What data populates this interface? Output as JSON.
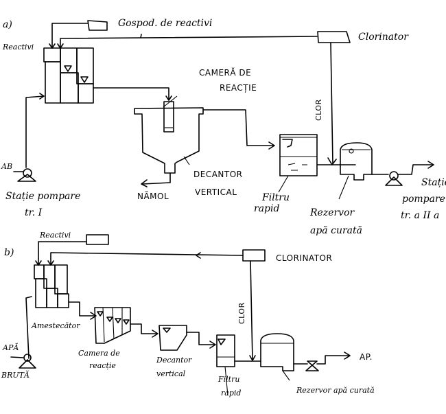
{
  "scheme_a": {
    "marker": "a)",
    "reagent_label": "Reactivi",
    "reagent_house": "Gospod. de reactivi",
    "chlorinator": "Clorinator",
    "reaction_chamber": [
      "CAMERĂ DE",
      "REACȚIE"
    ],
    "chlorine": "CLOR",
    "raw_water": "AB",
    "pump_station_1": [
      "Stație pompare",
      "tr. I"
    ],
    "sludge": "NĂMOL",
    "settler": [
      "DECANTOR",
      "VERTICAL"
    ],
    "rapid_filter": [
      "Filtru",
      "rapid"
    ],
    "clean_water_tank": [
      "Rezervor",
      "apă curată"
    ],
    "pump_station_2": [
      "Stație",
      "pompare",
      "tr. a II a"
    ]
  },
  "scheme_b": {
    "marker": "b)",
    "reagent_label": "Reactivi",
    "chlorinator": "CLORINATOR",
    "chlorine": "CLOR",
    "mixer": "Amestecător",
    "raw_water": [
      "APĂ",
      "BRUTĂ"
    ],
    "reaction_chamber": [
      "Camera de",
      "reacție"
    ],
    "settler": [
      "Decantor",
      "vertical"
    ],
    "rapid_filter": [
      "Filtru",
      "rapid"
    ],
    "clean_water_tank": "Rezervor apă curată",
    "output": "AP."
  }
}
